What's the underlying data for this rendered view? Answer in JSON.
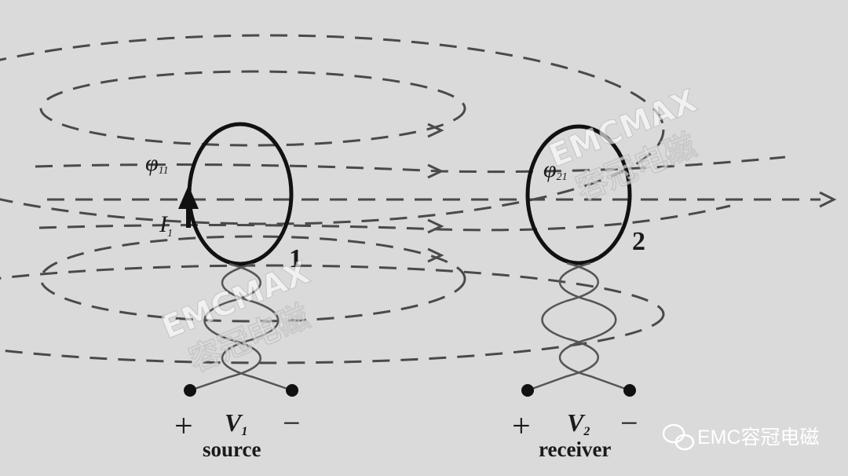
{
  "labels": {
    "phi11_sym": "φ",
    "phi11_sub": "11",
    "phi21_sym": "φ",
    "phi21_sub": "21",
    "i1_sym": "I",
    "i1_sub": "1",
    "loop1": "1",
    "loop2": "2",
    "v1_sym": "V",
    "v1_sub": "1",
    "v2_sym": "V",
    "v2_sub": "2",
    "plus": "+",
    "minus": "−",
    "source": "source",
    "receiver": "receiver"
  },
  "watermarks": [
    {
      "line1": "EMCMAX",
      "line2": "容冠电磁"
    },
    {
      "line1": "EMCMAX",
      "line2": "容冠电磁"
    }
  ],
  "brand": {
    "text": "EMC容冠电磁",
    "icon": "wechat-icon"
  },
  "colors": {
    "background": "#dadada",
    "ink": "#1a1a1a",
    "dash": "#4a4a4a"
  }
}
